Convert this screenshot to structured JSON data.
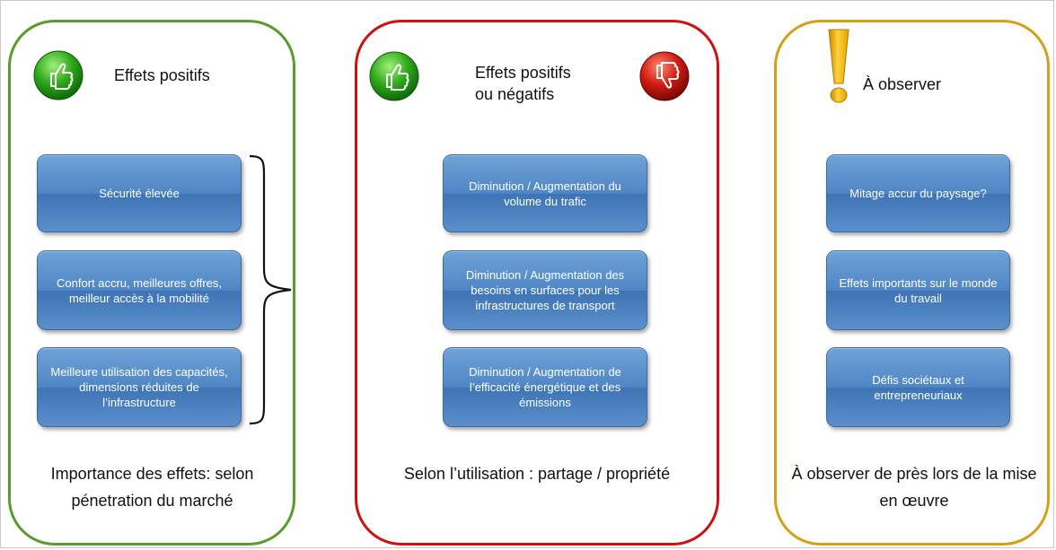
{
  "panels": [
    {
      "title": "Effets positifs",
      "icons": [
        "thumbs-up-icon"
      ],
      "items": [
        "Sécurité élevée",
        "Confort accru, meilleures offres, meilleur accès à la mobilité",
        "Meilleure utilisation des capacités, dimensions réduites de l’infrastructure"
      ],
      "footer": "Importance des effets: selon pénetration du marché",
      "color": "#5b9a2e"
    },
    {
      "title": "Effets positifs\nou négatifs",
      "icons": [
        "thumbs-up-icon",
        "thumbs-down-icon"
      ],
      "items": [
        "Diminution / Augmentation du volume du trafic",
        "Diminution / Augmentation des besoins en surfaces pour les infrastructures de transport",
        "Diminution / Augmentation de l’efficacité énergétique et des émissions"
      ],
      "footer": "Selon l’utilisation : partage / propriété",
      "color": "#cc1111"
    },
    {
      "title": "À observer",
      "icons": [
        "exclamation-icon"
      ],
      "items": [
        "Mitage accur du paysage?",
        "Effets importants sur le monde du travail",
        "Défis sociétaux et entrepreneuriaux"
      ],
      "footer": "À observer de près lors de la mise en œuvre",
      "color": "#d4a017"
    }
  ]
}
